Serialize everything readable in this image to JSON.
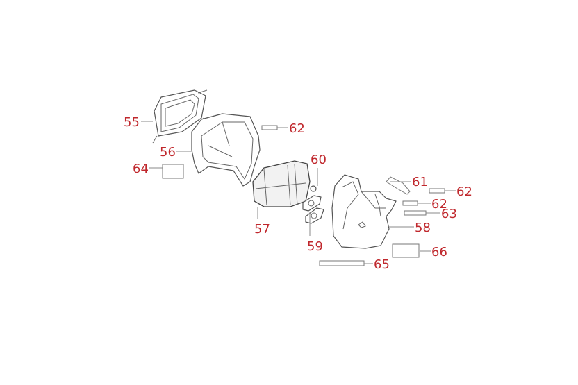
{
  "diagram": {
    "callouts": [
      {
        "id": "55",
        "label": "55"
      },
      {
        "id": "56",
        "label": "56"
      },
      {
        "id": "57",
        "label": "57"
      },
      {
        "id": "58",
        "label": "58"
      },
      {
        "id": "59",
        "label": "59"
      },
      {
        "id": "60",
        "label": "60"
      },
      {
        "id": "61",
        "label": "61"
      },
      {
        "id": "62a",
        "label": "62"
      },
      {
        "id": "62b",
        "label": "62"
      },
      {
        "id": "62c",
        "label": "62"
      },
      {
        "id": "63",
        "label": "63"
      },
      {
        "id": "64",
        "label": "64"
      },
      {
        "id": "65",
        "label": "65"
      },
      {
        "id": "66",
        "label": "66"
      }
    ],
    "label_color": "#c0282d"
  }
}
